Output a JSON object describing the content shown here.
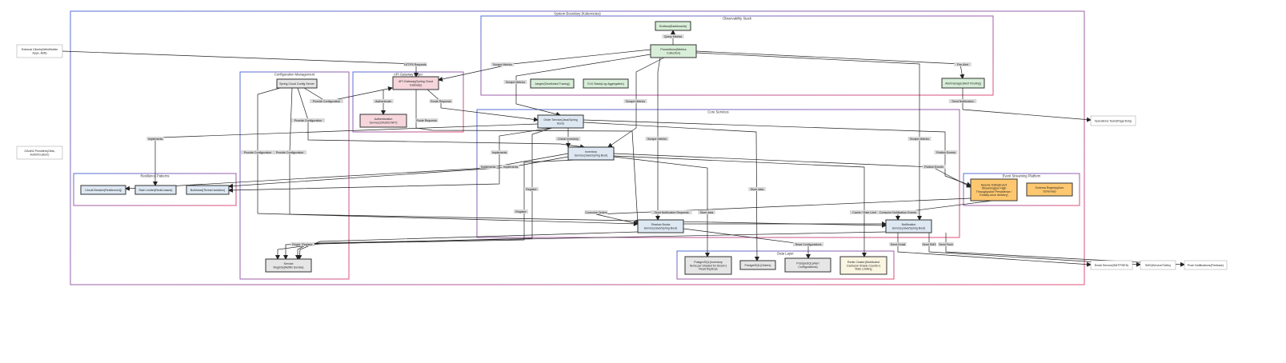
{
  "colors": {
    "node_default_fill": "#e6e6e6",
    "node_service_fill": "#dde8f3",
    "node_observability_fill": "#d8eed8",
    "node_auth_fill": "#f6d6db",
    "node_kafka_fill": "#ffc870",
    "node_redis_fill": "#fbf6e2",
    "node_external_fill": "#ffffff",
    "node_stroke": "#333333",
    "cluster_stroke_start": "#5470d8",
    "cluster_stroke_end": "#e0507a",
    "edge": "#222222",
    "edge_label_bg": "#d9d9d9"
  },
  "clusters": {
    "system": {
      "title": "System Boundary (Kubernetes)"
    },
    "observability": {
      "title": "Observability Stack"
    },
    "config": {
      "title": "Configuration Management"
    },
    "gateway": {
      "title": "API Gateway Layer"
    },
    "core": {
      "title": "Core Services"
    },
    "resilience": {
      "title": "Resilience Patterns"
    },
    "eventstreaming": {
      "title": "Event Streaming Platform"
    },
    "datalayer": {
      "title": "Data Layer"
    }
  },
  "nodes": {
    "external": {
      "lines": [
        "External Clients(Web/Mobile",
        "Apps, B2B)"
      ],
      "kind": "external"
    },
    "oauth": {
      "lines": [
        "OAuth2 Providers(Okta,",
        "Auth0/Custom)"
      ],
      "kind": "external"
    },
    "opsteam": {
      "lines": [
        "Operations Team(PagerDuty)"
      ],
      "kind": "external"
    },
    "grafana": {
      "lines": [
        "Grafana(Dashboards)"
      ],
      "kind": "observability"
    },
    "prometheus": {
      "lines": [
        "Prometheus(Metrics",
        "Collection)"
      ],
      "kind": "observability"
    },
    "jaeger": {
      "lines": [
        "Jaeger(Distributed Tracing)"
      ],
      "kind": "observability"
    },
    "elk": {
      "lines": [
        "ELK Stack(Log Aggregation)"
      ],
      "kind": "observability"
    },
    "alertmanager": {
      "lines": [
        "Alertmanager(Alert Routing)"
      ],
      "kind": "observability"
    },
    "configserver": {
      "lines": [
        "Spring Cloud Config Server"
      ],
      "kind": "default"
    },
    "apigateway": {
      "lines": [
        "API Gateway(Spring Cloud",
        "Gateway)"
      ],
      "kind": "auth"
    },
    "authservice": {
      "lines": [
        "Authentication",
        "Service(OAuth2/JWT)"
      ],
      "kind": "auth"
    },
    "orderservice": {
      "lines": [
        "Order Service(Java/Spring",
        "Boot)"
      ],
      "kind": "service"
    },
    "inventory": {
      "lines": [
        "Inventory",
        "Service(Java/Spring Boot)"
      ],
      "kind": "service"
    },
    "circuit": {
      "lines": [
        "Circuit Breaker(Resilience4j)"
      ],
      "kind": "service"
    },
    "ratelimiter": {
      "lines": [
        "Rate Limiter(Redis-based)"
      ],
      "kind": "service"
    },
    "bulkhead": {
      "lines": [
        "Bulkhead(Thread Isolation)"
      ],
      "kind": "service"
    },
    "kafka": {
      "lines": [
        "Apache Kafka(Event",
        "Streaming)(w/ High",
        "Throughput/w/ Persistence /",
        "Exactly-once delivery)"
      ],
      "kind": "kafka"
    },
    "registry": {
      "lines": [
        "Schema Registry(Avro",
        "Schemas)"
      ],
      "kind": "kafka"
    },
    "eureka": {
      "lines": [
        "Service",
        "Registry(Netflix Eureka)"
      ],
      "kind": "default"
    },
    "shadow": {
      "lines": [
        "Shadow Books",
        "Service(Java/Spring Boot)"
      ],
      "kind": "service"
    },
    "notification": {
      "lines": [
        "Notification",
        "Service(Java/Spring Boot)"
      ],
      "kind": "service"
    },
    "pg_inventory": {
      "lines": [
        "PostgreSQL(Inventory",
        "Items,(w/ Shaded for Stock+)",
        "Read Replicas"
      ],
      "kind": "default"
    },
    "pg_orders": {
      "lines": [
        "PostgreSQL(Orders)"
      ],
      "kind": "default"
    },
    "pg_alerts": {
      "lines": [
        "PostgreSQL(Alert",
        "Configurations)"
      ],
      "kind": "default"
    },
    "redis": {
      "lines": [
        "Redis Cluster(Distributed",
        "Cache(w/ Shade Counts+)",
        "Rate Limiting"
      ],
      "kind": "redis"
    },
    "email": {
      "lines": [
        "Email Service(SMTP/SES)"
      ],
      "kind": "external"
    },
    "sms": {
      "lines": [
        "SMS(Service/Twilio)"
      ],
      "kind": "external"
    },
    "push": {
      "lines": [
        "Push Notifications(Firebase)"
      ],
      "kind": "external"
    }
  },
  "edges": {
    "https": "HTTPS Requests",
    "query": "Query Metrics",
    "scrape_gw": "Scrape Metrics",
    "scrape_order": "Scrape Metrics",
    "scrape_inv": "Scrape Metrics",
    "scrape_ship": "Scrape Metrics",
    "scrape_notif": "Scrape Metrics",
    "fire_alert": "Fire Alert",
    "send_notif": "Send Notification",
    "authenticate": "Authenticate",
    "route_gw_order": "Route Requests",
    "route_gw_ship": "Route Requests",
    "prov_gw": "Provide Configuration",
    "prov_order": "Provide Configuration",
    "prov_ship": "Provide Configuration",
    "prov_notif": "Provide Configuration",
    "implements_rl": "Implements",
    "implements_order": "Implements",
    "implements_inv_a": "Implements",
    "implements_inv_b": "Implements",
    "check_inventory": "Check Inventory",
    "publish_order": "Publish Events",
    "publish_inv": "Publish Events",
    "register_a": "Register",
    "register_b": "Register",
    "register_c": "Register",
    "register_d": "Register",
    "consume_orders": "Consume Orders",
    "send_notif_requests": "Send Notification Requests",
    "consume_notif": "Consume Notification Events",
    "store_data_inv": "Store data",
    "store_data_order": "Store data",
    "read_config": "Read Configurations",
    "cache_ratelimit": "Cache / Rate Limit",
    "send_email": "Send Email",
    "send_sms": "Send SMS",
    "send_push": "Send Push"
  }
}
